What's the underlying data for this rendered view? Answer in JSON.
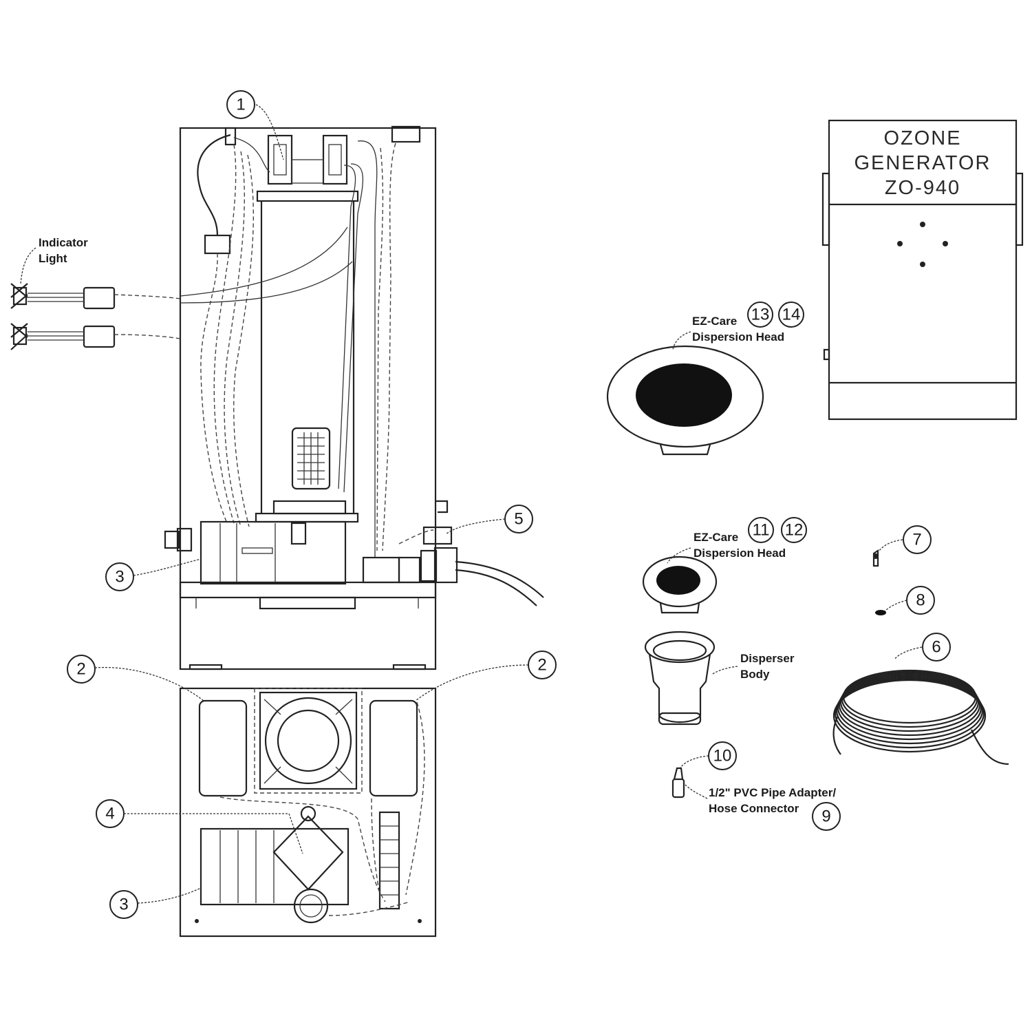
{
  "labels": {
    "indicator_light": [
      "Indicator",
      "Light"
    ],
    "ez_care_large": [
      "EZ-Care",
      "Dispersion Head"
    ],
    "ez_care_small": [
      "EZ-Care",
      "Dispersion Head"
    ],
    "disperser_body": [
      "Disperser",
      "Body"
    ],
    "pvc_adapter": [
      "1/2\" PVC Pipe Adapter/",
      "Hose Connector"
    ]
  },
  "generator_box": {
    "title": [
      "OZONE",
      "GENERATOR",
      "ZO-940"
    ]
  },
  "callouts": {
    "c1": "1",
    "c2a": "2",
    "c2b": "2",
    "c3a": "3",
    "c3b": "3",
    "c4": "4",
    "c5": "5",
    "c6": "6",
    "c7": "7",
    "c8": "8",
    "c9": "9",
    "c10": "10",
    "c11": "11",
    "c12": "12",
    "c13": "13",
    "c14": "14"
  }
}
